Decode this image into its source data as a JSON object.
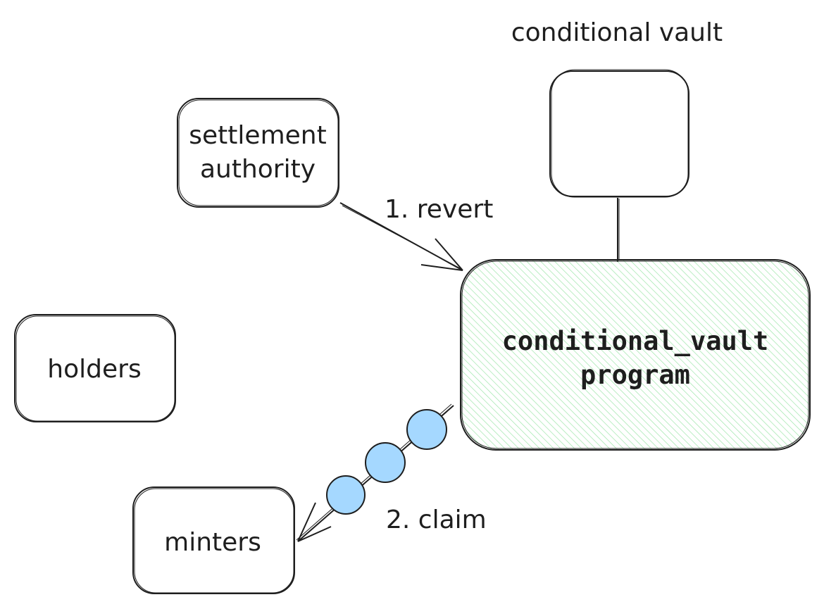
{
  "diagram": {
    "nodes": {
      "vault_label": "conditional vault",
      "settlement_authority": [
        "settlement",
        "authority"
      ],
      "holders": "holders",
      "minters": "minters",
      "program": [
        "conditional_vault",
        "program"
      ]
    },
    "edges": {
      "revert": "1. revert",
      "claim": "2. claim"
    }
  },
  "colors": {
    "stroke": "#1e1e1e",
    "program_hatch": "#b2f2bb",
    "token": "#a5d8ff"
  }
}
